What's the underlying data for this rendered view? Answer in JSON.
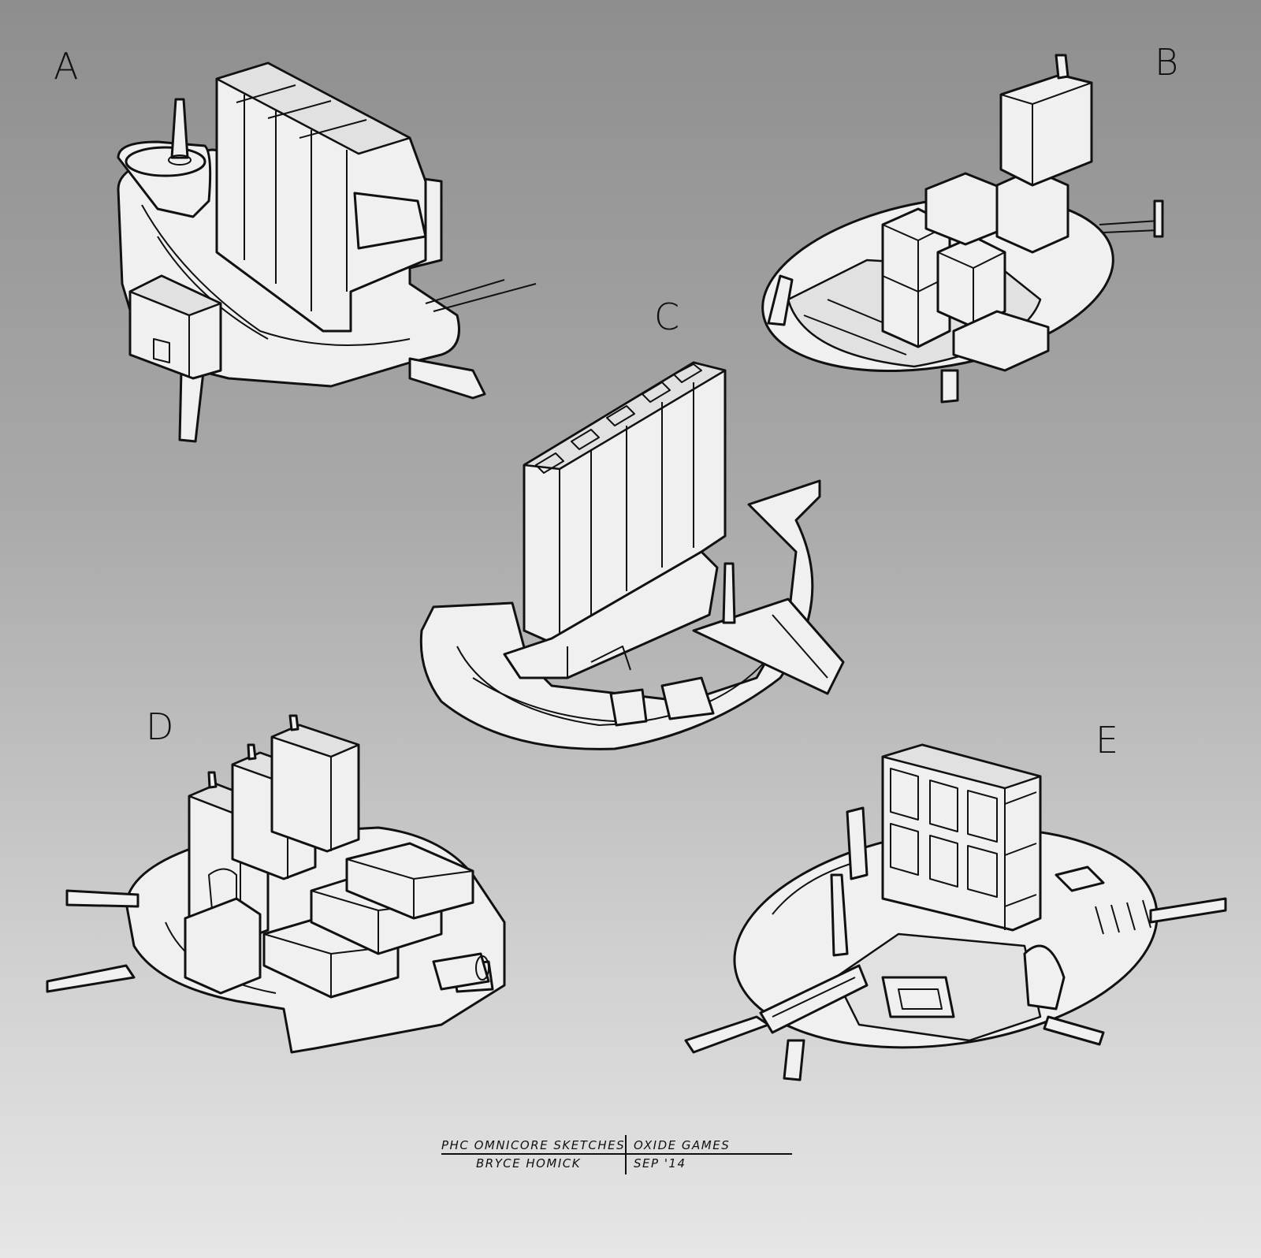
{
  "sketches": [
    {
      "label": "A"
    },
    {
      "label": "B"
    },
    {
      "label": "C"
    },
    {
      "label": "D"
    },
    {
      "label": "E"
    }
  ],
  "caption": {
    "title": "PHC OMNICORE SKETCHES",
    "artist": "BRYCE HOMICK",
    "studio": "OXIDE GAMES",
    "date": "SEP '14"
  },
  "colors": {
    "background_top": "#8e8e8e",
    "background_bottom": "#e6e6e6",
    "line": "#111111",
    "fill": "#f0f0f0"
  }
}
